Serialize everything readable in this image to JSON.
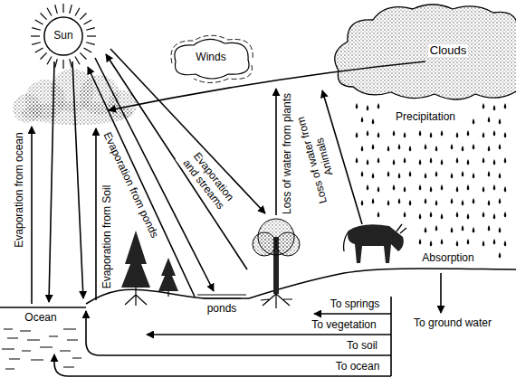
{
  "diagram": {
    "nodes": [
      {
        "text": [
          "Sun"
        ]
      },
      {
        "text": [
          "Clouds"
        ]
      },
      {
        "text": [
          "Winds"
        ]
      }
    ],
    "labels": [
      "Evaporation from ocean",
      "Evaporation from Soil",
      "Evaporation from ponds",
      "Evaporation and streams",
      "Loss of water from plants",
      "Loss of water from Animals",
      "Precipitation",
      "Absorption",
      "Ocean",
      "ponds",
      "To springs",
      "To vegetation",
      "To soil",
      "To ocean",
      "To ground water"
    ]
  }
}
